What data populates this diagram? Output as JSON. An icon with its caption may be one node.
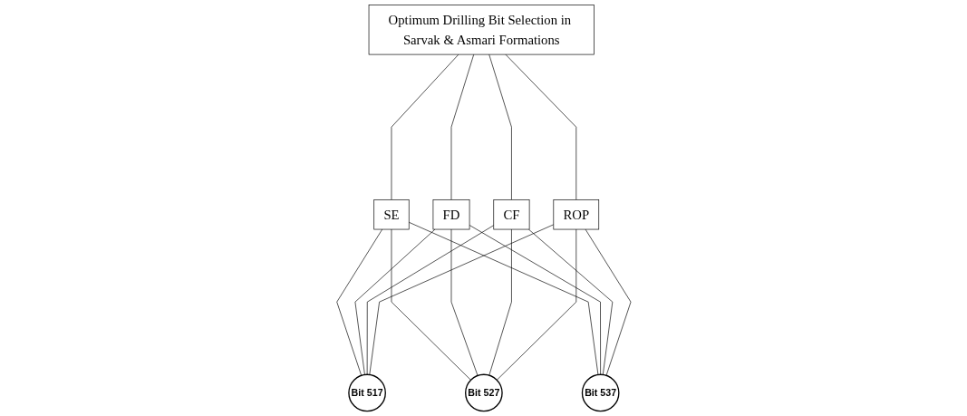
{
  "diagram": {
    "nodes": [
      {
        "text": [
          "Optimum Drilling Bit Selection in Sarvak & Asmari Formations"
        ]
      },
      {
        "text": [
          "SE"
        ]
      },
      {
        "text": [
          "FD"
        ]
      },
      {
        "text": [
          "CF"
        ]
      },
      {
        "text": [
          "ROP"
        ]
      },
      {
        "text": [
          "Bit 517"
        ]
      },
      {
        "text": [
          "Bit 527"
        ]
      },
      {
        "text": [
          "Bit 537"
        ]
      }
    ],
    "edges": [
      {
        "from": 0,
        "to": 1,
        "arrow": "none"
      },
      {
        "from": 0,
        "to": 2,
        "arrow": "none"
      },
      {
        "from": 0,
        "to": 3,
        "arrow": "none"
      },
      {
        "from": 0,
        "to": 4,
        "arrow": "none"
      },
      {
        "from": 1,
        "to": 5,
        "arrow": "none"
      },
      {
        "from": 1,
        "to": 6,
        "arrow": "none"
      },
      {
        "from": 1,
        "to": 7,
        "arrow": "none"
      },
      {
        "from": 2,
        "to": 5,
        "arrow": "none"
      },
      {
        "from": 2,
        "to": 6,
        "arrow": "none"
      },
      {
        "from": 2,
        "to": 7,
        "arrow": "none"
      },
      {
        "from": 3,
        "to": 5,
        "arrow": "none"
      },
      {
        "from": 3,
        "to": 6,
        "arrow": "none"
      },
      {
        "from": 3,
        "to": 7,
        "arrow": "none"
      },
      {
        "from": 4,
        "to": 5,
        "arrow": "none"
      },
      {
        "from": 4,
        "to": 6,
        "arrow": "none"
      },
      {
        "from": 4,
        "to": 7,
        "arrow": "none"
      }
    ]
  }
}
